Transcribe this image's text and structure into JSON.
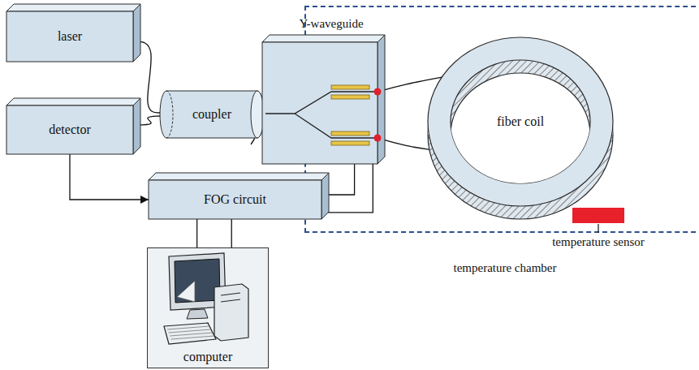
{
  "diagram": {
    "nodes": [
      {
        "text": [
          "laser"
        ]
      },
      {
        "text": [
          "coupler"
        ]
      },
      {
        "text": [
          "detector"
        ]
      },
      {
        "text": [
          "temperature chamber"
        ]
      },
      {
        "text": [
          "Y-waveguide"
        ],
        "in": 3
      },
      {
        "text": [
          "fiber coil"
        ],
        "in": 3
      },
      {
        "text": [
          "FOG circuit"
        ]
      },
      {
        "text": [
          "computer"
        ]
      }
    ],
    "edges": [
      {
        "from": 0,
        "to": 1,
        "arrow": "none"
      },
      {
        "from": 2,
        "to": 1,
        "arrow": "none"
      },
      {
        "from": 1,
        "to": 4,
        "arrow": "none"
      },
      {
        "from": 4,
        "to": 5,
        "arrow": "none"
      },
      {
        "from": 4,
        "to": 5,
        "arrow": "none"
      },
      {
        "from": 2,
        "to": 6,
        "arrow": "to"
      },
      {
        "from": 6,
        "to": 4,
        "arrow": "none"
      },
      {
        "from": 6,
        "to": 4,
        "arrow": "none"
      },
      {
        "from": 6,
        "to": 7,
        "arrow": "none"
      },
      {
        "from": 6,
        "to": 7,
        "arrow": "none"
      }
    ],
    "labels": [
      "temperature sensor"
    ]
  }
}
